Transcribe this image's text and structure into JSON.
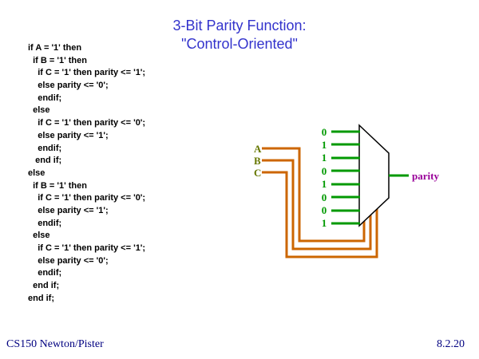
{
  "title": {
    "line1": "3-Bit Parity Function:",
    "line2": "\"Control-Oriented\""
  },
  "code": {
    "lines": [
      "if A = '1' then",
      "  if B = '1' then",
      "    if C = '1' then parity <= '1';",
      "    else parity <= '0';",
      "    endif;",
      "  else",
      "    if C = '1' then parity <= '0';",
      "    else parity <= '1';",
      "    endif;",
      "   end if;",
      "else",
      "  if B = '1' then",
      "    if C = '1' then parity <= '0';",
      "    else parity <= '1';",
      "    endif;",
      "  else",
      "    if C = '1' then parity <= '1';",
      "    else parity <= '0';",
      "    endif;",
      "  end if;",
      "end if;"
    ]
  },
  "diagram": {
    "input_labels": [
      "A",
      "B",
      "C"
    ],
    "mux_values": [
      "0",
      "1",
      "1",
      "0",
      "1",
      "0",
      "0",
      "1"
    ],
    "output_label": "parity"
  },
  "footer": {
    "left": "CS150 Newton/Pister",
    "right": "8.2.20"
  },
  "colors": {
    "title_blue": "#3333cc",
    "code_black": "#000000",
    "signal_green": "#009900",
    "input_label_green": "#667700",
    "wire_orange": "#cc6600",
    "output_magenta": "#990099",
    "footer_navy": "#000080"
  }
}
